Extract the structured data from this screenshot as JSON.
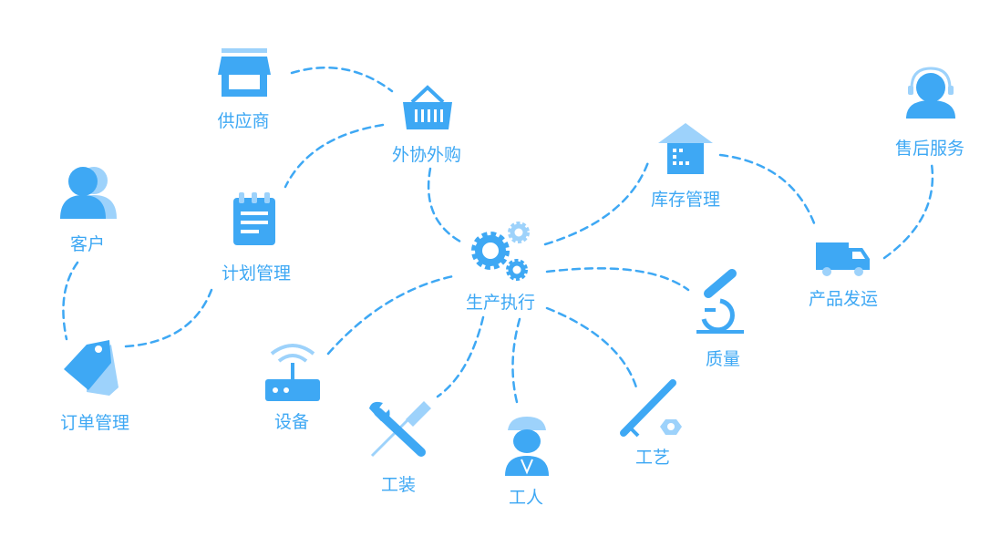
{
  "nodes": {
    "supplier": "供应商",
    "outsourcing": "外协外购",
    "customer": "客户",
    "planning": "计划管理",
    "order": "订单管理",
    "equipment": "设备",
    "production": "生产执行",
    "tooling": "工装",
    "worker": "工人",
    "process": "工艺",
    "inventory": "库存管理",
    "quality": "质量",
    "shipping": "产品发运",
    "after_sales": "售后服务"
  },
  "colors": {
    "primary": "#3ea8f4",
    "light": "#9dd2fb"
  }
}
